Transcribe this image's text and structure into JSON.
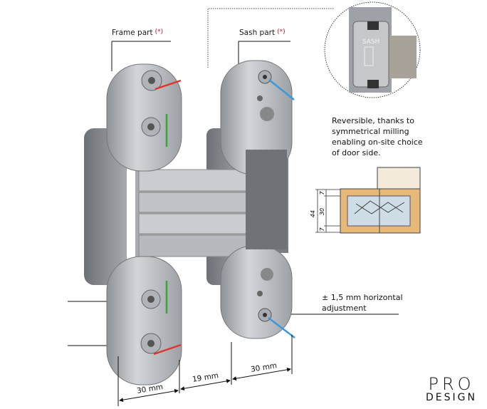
{
  "labels": {
    "frame_part": "Frame part",
    "sash_part": "Sash part",
    "asterisk": "(*)"
  },
  "notes": {
    "reversible": "Reversible, thanks to symmetrical milling enabling on-site choice of door side.",
    "horizontal_adjustment": "± 1,5 mm horizontal adjustment"
  },
  "detail": {
    "plate_text": "SASH"
  },
  "section_dims": {
    "total": "44",
    "top": "7",
    "middle": "30",
    "bottom": "7"
  },
  "dimensions": {
    "frame_width": "30 mm",
    "gap": "19 mm",
    "sash_width": "30 mm"
  },
  "logo": {
    "line1": "PRO",
    "line2": "DESIGN"
  },
  "colors": {
    "arrow_red": "#e0342c",
    "arrow_green": "#3aa63a",
    "arrow_blue": "#3a9ad9",
    "metal": "#b9bcc0",
    "wood": "#e7b878"
  }
}
